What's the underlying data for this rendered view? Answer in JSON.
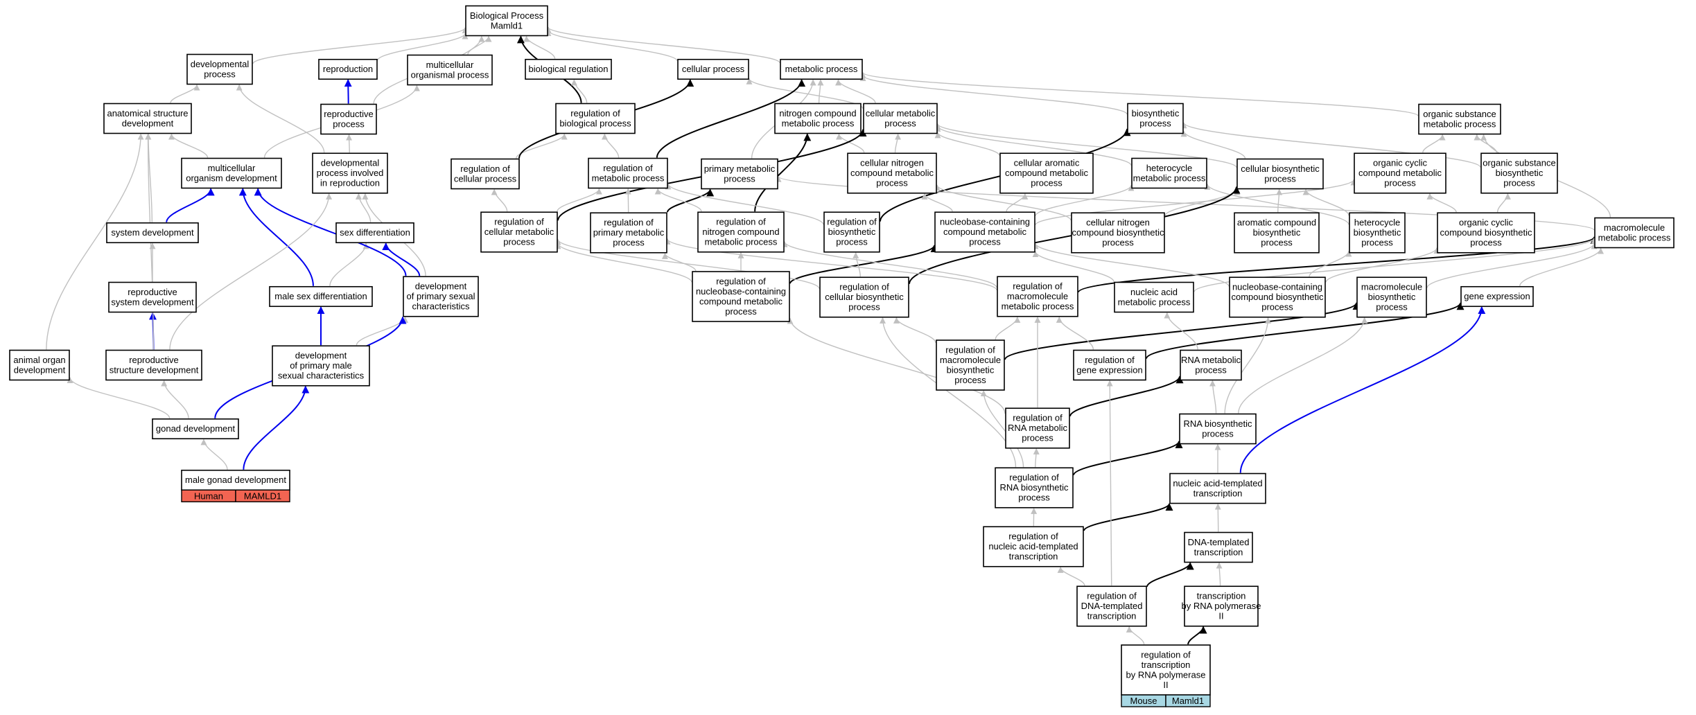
{
  "colors": {
    "edge_is_a": "#c0c0c0",
    "edge_regulates": "#000000",
    "edge_part_of": "#0000ee",
    "human_badge": "#f26452",
    "mouse_badge": "#a8d8e4"
  },
  "nodes": [
    {
      "id": "bp",
      "lines": [
        "Biological Process",
        "Mamld1"
      ]
    },
    {
      "id": "devproc",
      "lines": [
        "developmental",
        "process"
      ]
    },
    {
      "id": "reproduction",
      "lines": [
        "reproduction"
      ]
    },
    {
      "id": "multiorg",
      "lines": [
        "multicellular",
        "organismal process"
      ]
    },
    {
      "id": "bioreg",
      "lines": [
        "biological regulation"
      ]
    },
    {
      "id": "cellproc",
      "lines": [
        "cellular process"
      ]
    },
    {
      "id": "metaproc",
      "lines": [
        "metabolic process"
      ]
    },
    {
      "id": "anatdev",
      "lines": [
        "anatomical structure",
        "development"
      ]
    },
    {
      "id": "reproproc",
      "lines": [
        "reproductive",
        "process"
      ]
    },
    {
      "id": "regbio",
      "lines": [
        "regulation of",
        "biological process"
      ]
    },
    {
      "id": "nitrometa",
      "lines": [
        "nitrogen compound",
        "metabolic process"
      ]
    },
    {
      "id": "cellmeta",
      "lines": [
        "cellular metabolic",
        "process"
      ]
    },
    {
      "id": "biosynth",
      "lines": [
        "biosynthetic",
        "process"
      ]
    },
    {
      "id": "orgsubmeta",
      "lines": [
        "organic substance",
        "metabolic process"
      ]
    },
    {
      "id": "multidev",
      "lines": [
        "multicellular",
        "organism development"
      ]
    },
    {
      "id": "devrepro",
      "lines": [
        "developmental",
        "process involved",
        "in reproduction"
      ]
    },
    {
      "id": "regcell",
      "lines": [
        "regulation of",
        "cellular process"
      ]
    },
    {
      "id": "regmeta",
      "lines": [
        "regulation of",
        "metabolic process"
      ]
    },
    {
      "id": "primmeta",
      "lines": [
        "primary metabolic",
        "process"
      ]
    },
    {
      "id": "cellnitro",
      "lines": [
        "cellular nitrogen",
        "compound metabolic",
        "process"
      ]
    },
    {
      "id": "cellarom",
      "lines": [
        "cellular aromatic",
        "compound metabolic",
        "process"
      ]
    },
    {
      "id": "hetero",
      "lines": [
        "heterocycle",
        "metabolic process"
      ]
    },
    {
      "id": "cellbiosyn",
      "lines": [
        "cellular biosynthetic",
        "process"
      ]
    },
    {
      "id": "orgcyc",
      "lines": [
        "organic cyclic",
        "compound metabolic",
        "process"
      ]
    },
    {
      "id": "orgsubbio",
      "lines": [
        "organic substance",
        "biosynthetic",
        "process"
      ]
    },
    {
      "id": "sysdev",
      "lines": [
        "system development"
      ]
    },
    {
      "id": "sexdiff",
      "lines": [
        "sex differentiation"
      ]
    },
    {
      "id": "regcellmeta",
      "lines": [
        "regulation of",
        "cellular metabolic",
        "process"
      ]
    },
    {
      "id": "regprim",
      "lines": [
        "regulation of",
        "primary metabolic",
        "process"
      ]
    },
    {
      "id": "regnitro",
      "lines": [
        "regulation of",
        "nitrogen compound",
        "metabolic process"
      ]
    },
    {
      "id": "regbiosyn",
      "lines": [
        "regulation of",
        "biosynthetic",
        "process"
      ]
    },
    {
      "id": "nucleometa",
      "lines": [
        "nucleobase-containing",
        "compound metabolic",
        "process"
      ]
    },
    {
      "id": "cellnitrobio",
      "lines": [
        "cellular nitrogen",
        "compound biosynthetic",
        "process"
      ]
    },
    {
      "id": "arombio",
      "lines": [
        "aromatic compound",
        "biosynthetic",
        "process"
      ]
    },
    {
      "id": "heterobio",
      "lines": [
        "heterocycle",
        "biosynthetic",
        "process"
      ]
    },
    {
      "id": "orgcycbio",
      "lines": [
        "organic cyclic",
        "compound biosynthetic",
        "process"
      ]
    },
    {
      "id": "macrometa",
      "lines": [
        "macromolecule",
        "metabolic process"
      ]
    },
    {
      "id": "reprosysdev",
      "lines": [
        "reproductive",
        "system development"
      ]
    },
    {
      "id": "malesex",
      "lines": [
        "male sex differentiation"
      ]
    },
    {
      "id": "devprimsex",
      "lines": [
        "development",
        "of primary sexual",
        "characteristics"
      ]
    },
    {
      "id": "regnucleo",
      "lines": [
        "regulation of",
        "nucleobase-containing",
        "compound metabolic",
        "process"
      ]
    },
    {
      "id": "regcellbio",
      "lines": [
        "regulation of",
        "cellular biosynthetic",
        "process"
      ]
    },
    {
      "id": "regmacro",
      "lines": [
        "regulation of",
        "macromolecule",
        "metabolic process"
      ]
    },
    {
      "id": "nucacidmeta",
      "lines": [
        "nucleic acid",
        "metabolic process"
      ]
    },
    {
      "id": "nucleobio",
      "lines": [
        "nucleobase-containing",
        "compound biosynthetic",
        "process"
      ]
    },
    {
      "id": "macrobio",
      "lines": [
        "macromolecule",
        "biosynthetic",
        "process"
      ]
    },
    {
      "id": "geneexp",
      "lines": [
        "gene expression"
      ]
    },
    {
      "id": "animorgan",
      "lines": [
        "animal organ",
        "development"
      ]
    },
    {
      "id": "reprostruct",
      "lines": [
        "reproductive",
        "structure development"
      ]
    },
    {
      "id": "devprimmale",
      "lines": [
        "development",
        "of primary male",
        "sexual characteristics"
      ]
    },
    {
      "id": "regmacrobio",
      "lines": [
        "regulation of",
        "macromolecule",
        "biosynthetic",
        "process"
      ]
    },
    {
      "id": "reggene",
      "lines": [
        "regulation of",
        "gene expression"
      ]
    },
    {
      "id": "rnameta",
      "lines": [
        "RNA metabolic",
        "process"
      ]
    },
    {
      "id": "gonad",
      "lines": [
        "gonad development"
      ]
    },
    {
      "id": "regrnameta",
      "lines": [
        "regulation of",
        "RNA metabolic",
        "process"
      ]
    },
    {
      "id": "rnabio",
      "lines": [
        "RNA biosynthetic",
        "process"
      ]
    },
    {
      "id": "malegonad",
      "lines": [
        "male gonad development"
      ]
    },
    {
      "id": "regrnabio",
      "lines": [
        "regulation of",
        "RNA biosynthetic",
        "process"
      ]
    },
    {
      "id": "nucacidtrans",
      "lines": [
        "nucleic acid-templated",
        "transcription"
      ]
    },
    {
      "id": "regnucacid",
      "lines": [
        "regulation of",
        "nucleic acid-templated",
        "transcription"
      ]
    },
    {
      "id": "dnatrans",
      "lines": [
        "DNA-templated",
        "transcription"
      ]
    },
    {
      "id": "regdna",
      "lines": [
        "regulation of",
        "DNA-templated",
        "transcription"
      ]
    },
    {
      "id": "transpol",
      "lines": [
        "transcription",
        "by RNA polymerase",
        "II"
      ]
    },
    {
      "id": "regtranspol",
      "lines": [
        "regulation of",
        "transcription",
        "by RNA polymerase",
        "II"
      ]
    }
  ],
  "badges": [
    {
      "node": "malegonad",
      "left": "Human",
      "right": "MAMLD1",
      "color": "#f26452"
    },
    {
      "node": "regtranspol",
      "left": "Mouse",
      "right": "Mamld1",
      "color": "#a8d8e4"
    }
  ],
  "edges": [
    [
      "devproc",
      "bp",
      "gray"
    ],
    [
      "reproduction",
      "bp",
      "gray"
    ],
    [
      "multiorg",
      "bp",
      "gray"
    ],
    [
      "bioreg",
      "bp",
      "gray"
    ],
    [
      "cellproc",
      "bp",
      "gray"
    ],
    [
      "metaproc",
      "bp",
      "gray"
    ],
    [
      "regbio",
      "bp",
      "black"
    ],
    [
      "anatdev",
      "devproc",
      "gray"
    ],
    [
      "reproproc",
      "reproduction",
      "blue"
    ],
    [
      "reproproc",
      "bp",
      "gray"
    ],
    [
      "regbio",
      "bioreg",
      "gray"
    ],
    [
      "nitrometa",
      "metaproc",
      "gray"
    ],
    [
      "cellmeta",
      "metaproc",
      "gray"
    ],
    [
      "cellmeta",
      "cellproc",
      "gray"
    ],
    [
      "biosynth",
      "metaproc",
      "gray"
    ],
    [
      "orgsubmeta",
      "metaproc",
      "gray"
    ],
    [
      "multidev",
      "anatdev",
      "gray"
    ],
    [
      "multidev",
      "multiorg",
      "gray"
    ],
    [
      "devrepro",
      "devproc",
      "gray"
    ],
    [
      "devrepro",
      "reproproc",
      "gray"
    ],
    [
      "regcell",
      "regbio",
      "gray"
    ],
    [
      "regcell",
      "cellproc",
      "black"
    ],
    [
      "regmeta",
      "regbio",
      "gray"
    ],
    [
      "regmeta",
      "metaproc",
      "black"
    ],
    [
      "primmeta",
      "metaproc",
      "gray"
    ],
    [
      "cellnitro",
      "nitrometa",
      "gray"
    ],
    [
      "cellnitro",
      "cellmeta",
      "gray"
    ],
    [
      "cellarom",
      "cellmeta",
      "gray"
    ],
    [
      "hetero",
      "cellmeta",
      "gray"
    ],
    [
      "cellbiosyn",
      "cellmeta",
      "gray"
    ],
    [
      "cellbiosyn",
      "biosynth",
      "gray"
    ],
    [
      "orgcyc",
      "orgsubmeta",
      "gray"
    ],
    [
      "orgsubbio",
      "orgsubmeta",
      "gray"
    ],
    [
      "orgsubbio",
      "biosynth",
      "gray"
    ],
    [
      "sysdev",
      "multidev",
      "blue"
    ],
    [
      "sysdev",
      "anatdev",
      "gray"
    ],
    [
      "sexdiff",
      "devrepro",
      "gray"
    ],
    [
      "regcellmeta",
      "regcell",
      "gray"
    ],
    [
      "regcellmeta",
      "regmeta",
      "gray"
    ],
    [
      "regcellmeta",
      "cellmeta",
      "black"
    ],
    [
      "regprim",
      "regmeta",
      "gray"
    ],
    [
      "regprim",
      "primmeta",
      "black"
    ],
    [
      "regnitro",
      "regmeta",
      "gray"
    ],
    [
      "regnitro",
      "nitrometa",
      "black"
    ],
    [
      "regbiosyn",
      "regmeta",
      "gray"
    ],
    [
      "regbiosyn",
      "biosynth",
      "black"
    ],
    [
      "nucleometa",
      "cellnitro",
      "gray"
    ],
    [
      "nucleometa",
      "cellarom",
      "gray"
    ],
    [
      "nucleometa",
      "hetero",
      "gray"
    ],
    [
      "nucleometa",
      "orgcyc",
      "gray"
    ],
    [
      "cellnitrobio",
      "cellnitro",
      "gray"
    ],
    [
      "cellnitrobio",
      "cellbiosyn",
      "gray"
    ],
    [
      "arombio",
      "cellbiosyn",
      "gray"
    ],
    [
      "heterobio",
      "cellbiosyn",
      "gray"
    ],
    [
      "heterobio",
      "hetero",
      "gray"
    ],
    [
      "orgcycbio",
      "orgcyc",
      "gray"
    ],
    [
      "orgcycbio",
      "orgsubbio",
      "gray"
    ],
    [
      "macrometa",
      "orgsubmeta",
      "gray"
    ],
    [
      "macrometa",
      "primmeta",
      "gray"
    ],
    [
      "reprosysdev",
      "sysdev",
      "gray"
    ],
    [
      "malesex",
      "multidev",
      "blue"
    ],
    [
      "malesex",
      "sexdiff",
      "gray"
    ],
    [
      "devprimsex",
      "sexdiff",
      "blue"
    ],
    [
      "devprimsex",
      "multidev",
      "blue"
    ],
    [
      "devprimsex",
      "devrepro",
      "gray"
    ],
    [
      "regnucleo",
      "regcellmeta",
      "gray"
    ],
    [
      "regnucleo",
      "regprim",
      "gray"
    ],
    [
      "regnucleo",
      "regnitro",
      "gray"
    ],
    [
      "regnucleo",
      "nucleometa",
      "black"
    ],
    [
      "regcellbio",
      "regbiosyn",
      "gray"
    ],
    [
      "regcellbio",
      "regcellmeta",
      "gray"
    ],
    [
      "regcellbio",
      "cellbiosyn",
      "black"
    ],
    [
      "regmacro",
      "regprim",
      "gray"
    ],
    [
      "regmacro",
      "regnitro",
      "gray"
    ],
    [
      "regmacro",
      "macrometa",
      "black"
    ],
    [
      "nucacidmeta",
      "nucleometa",
      "gray"
    ],
    [
      "nucacidmeta",
      "macrometa",
      "gray"
    ],
    [
      "nucleobio",
      "nucleometa",
      "gray"
    ],
    [
      "nucleobio",
      "heterobio",
      "gray"
    ],
    [
      "nucleobio",
      "orgcycbio",
      "gray"
    ],
    [
      "macrobio",
      "macrometa",
      "gray"
    ],
    [
      "geneexp",
      "macrometa",
      "gray"
    ],
    [
      "animorgan",
      "anatdev",
      "gray"
    ],
    [
      "reprostruct",
      "reprosysdev",
      "blue"
    ],
    [
      "reprostruct",
      "anatdev",
      "gray"
    ],
    [
      "reprostruct",
      "devrepro",
      "gray"
    ],
    [
      "devprimmale",
      "malesex",
      "blue"
    ],
    [
      "devprimmale",
      "devprimsex",
      "gray"
    ],
    [
      "regmacrobio",
      "regmacro",
      "gray"
    ],
    [
      "regmacrobio",
      "regcellbio",
      "gray"
    ],
    [
      "regmacrobio",
      "macrobio",
      "black"
    ],
    [
      "reggene",
      "regmacro",
      "gray"
    ],
    [
      "reggene",
      "geneexp",
      "black"
    ],
    [
      "rnameta",
      "nucacidmeta",
      "gray"
    ],
    [
      "gonad",
      "animorgan",
      "gray"
    ],
    [
      "gonad",
      "reprostruct",
      "gray"
    ],
    [
      "gonad",
      "devprimsex",
      "blue"
    ],
    [
      "regrnameta",
      "regmacro",
      "gray"
    ],
    [
      "regrnameta",
      "regnucleo",
      "gray"
    ],
    [
      "regrnameta",
      "rnameta",
      "black"
    ],
    [
      "rnabio",
      "rnameta",
      "gray"
    ],
    [
      "rnabio",
      "nucleobio",
      "gray"
    ],
    [
      "rnabio",
      "macrobio",
      "gray"
    ],
    [
      "malegonad",
      "gonad",
      "gray"
    ],
    [
      "malegonad",
      "devprimmale",
      "blue"
    ],
    [
      "regrnabio",
      "regrnameta",
      "gray"
    ],
    [
      "regrnabio",
      "regmacrobio",
      "gray"
    ],
    [
      "regrnabio",
      "regcellbio",
      "gray"
    ],
    [
      "regrnabio",
      "rnabio",
      "black"
    ],
    [
      "nucacidtrans",
      "rnabio",
      "gray"
    ],
    [
      "nucacidtrans",
      "geneexp",
      "blue"
    ],
    [
      "regnucacid",
      "regrnabio",
      "gray"
    ],
    [
      "regnucacid",
      "nucacidtrans",
      "black"
    ],
    [
      "dnatrans",
      "nucacidtrans",
      "gray"
    ],
    [
      "regdna",
      "regnucacid",
      "gray"
    ],
    [
      "regdna",
      "reggene",
      "gray"
    ],
    [
      "regdna",
      "dnatrans",
      "black"
    ],
    [
      "transpol",
      "dnatrans",
      "gray"
    ],
    [
      "regtranspol",
      "regdna",
      "gray"
    ],
    [
      "regtranspol",
      "transpol",
      "black"
    ]
  ]
}
